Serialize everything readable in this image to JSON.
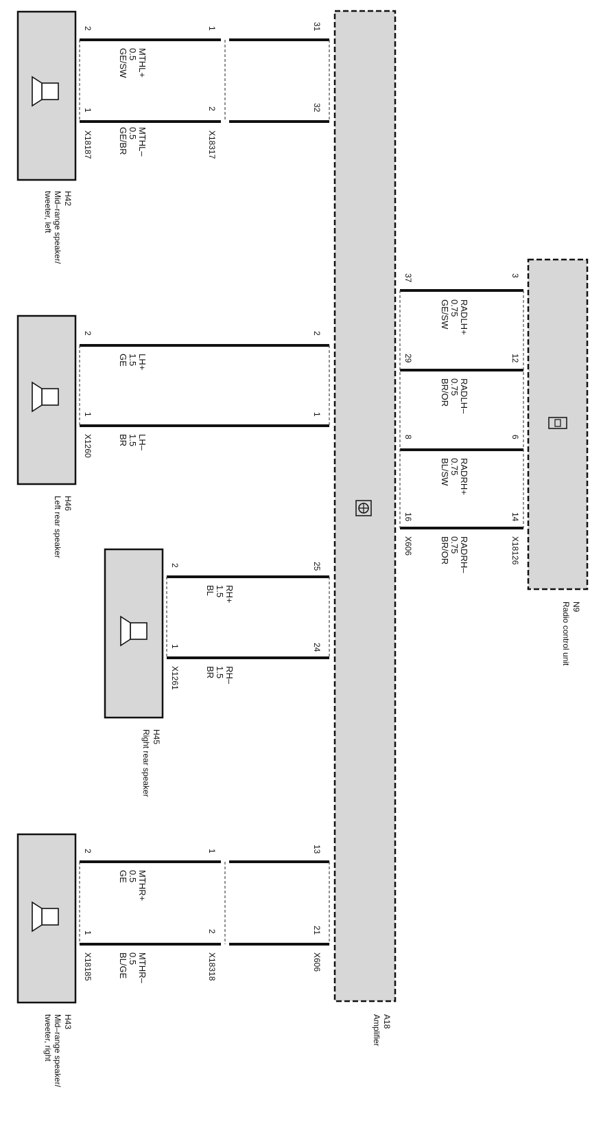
{
  "amplifier": {
    "id": "A18",
    "name": "Amplifier",
    "connector_bottom": "X606"
  },
  "radio": {
    "id": "N9",
    "name": "Radio control unit",
    "connector": "X18126",
    "amp_connector": "X606",
    "wires": [
      {
        "pin_radio": "3",
        "pin_amp": "37",
        "signal": "RADLH+",
        "gauge": "0.75",
        "color": "GE/SW"
      },
      {
        "pin_radio": "12",
        "pin_amp": "29",
        "signal": "RADLH–",
        "gauge": "0.75",
        "color": "BR/OR"
      },
      {
        "pin_radio": "6",
        "pin_amp": "8",
        "signal": "RADRH+",
        "gauge": "0.75",
        "color": "BL/SW"
      },
      {
        "pin_radio": "14",
        "pin_amp": "16",
        "signal": "RADRH–",
        "gauge": "0.75",
        "color": "BR/OR"
      }
    ]
  },
  "h42": {
    "id": "H42",
    "name_line1": "Mid–range speaker/",
    "name_line2": "tweeter, left",
    "connector": "X18187",
    "inline_connector": "X18317",
    "wires": [
      {
        "pin_spk": "2",
        "pin_inline": "1",
        "pin_amp": "31",
        "signal": "MTHL+",
        "gauge": "0.5",
        "color": "GE/SW"
      },
      {
        "pin_spk": "1",
        "pin_inline": "2",
        "pin_amp": "32",
        "signal": "MTHL–",
        "gauge": "0.5",
        "color": "GE/BR"
      }
    ]
  },
  "h46": {
    "id": "H46",
    "name": "Left rear speaker",
    "connector": "X1260",
    "wires": [
      {
        "pin_spk": "2",
        "pin_amp": "2",
        "signal": "LH+",
        "gauge": "1.5",
        "color": "GE"
      },
      {
        "pin_spk": "1",
        "pin_amp": "1",
        "signal": "LH–",
        "gauge": "1.5",
        "color": "BR"
      }
    ]
  },
  "h45": {
    "id": "H45",
    "name": "Right rear speaker",
    "connector": "X1261",
    "wires": [
      {
        "pin_spk": "2",
        "pin_amp": "25",
        "signal": "RH+",
        "gauge": "1.5",
        "color": "BL"
      },
      {
        "pin_spk": "1",
        "pin_amp": "24",
        "signal": "RH–",
        "gauge": "1.5",
        "color": "BR"
      }
    ]
  },
  "h43": {
    "id": "H43",
    "name_line1": "Mid–range speaker/",
    "name_line2": "tweeter, right",
    "connector": "X18185",
    "inline_connector": "X18318",
    "wires": [
      {
        "pin_spk": "2",
        "pin_inline": "1",
        "pin_amp": "13",
        "signal": "MTHR+",
        "gauge": "0.5",
        "color": "GE"
      },
      {
        "pin_spk": "1",
        "pin_inline": "2",
        "pin_amp": "21",
        "signal": "MTHR–",
        "gauge": "0.5",
        "color": "BL/GE"
      }
    ]
  }
}
